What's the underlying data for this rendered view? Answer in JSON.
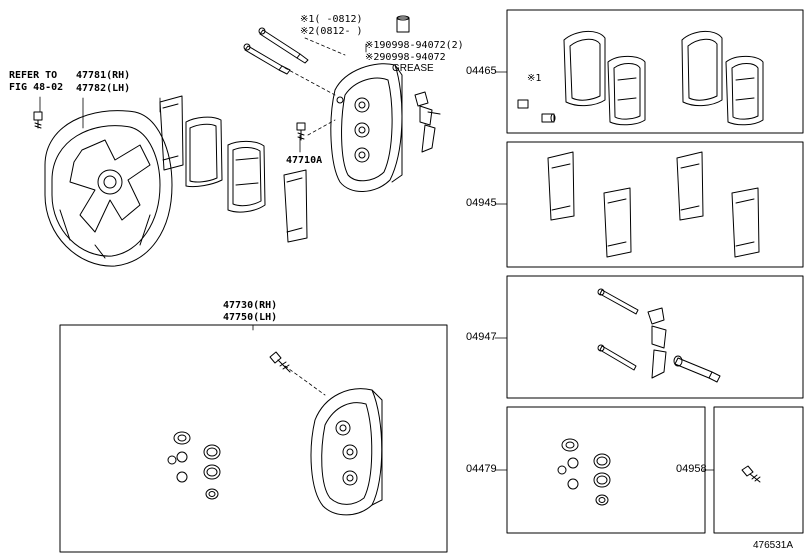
{
  "labels": {
    "refer_line1": "REFER TO",
    "refer_line2": "FIG 48-02",
    "p47781": "47781(RH)",
    "p47782": "47782(LH)",
    "p47710a": "47710A",
    "p47730": "47730(RH)",
    "p47750": "47750(LH)",
    "note1": "※1(   -0812)",
    "note2": "※2(0812-   )",
    "note3": "※190998-94072(2)",
    "note4": "※290998-94072",
    "grease": "GREASE",
    "mark1": "※1",
    "p04465": "04465",
    "p04945": "04945",
    "p04947": "04947",
    "p04479": "04479",
    "p04958": "04958",
    "figure_code": "476531A"
  },
  "colors": {
    "line": "#000000",
    "background": "#ffffff"
  }
}
